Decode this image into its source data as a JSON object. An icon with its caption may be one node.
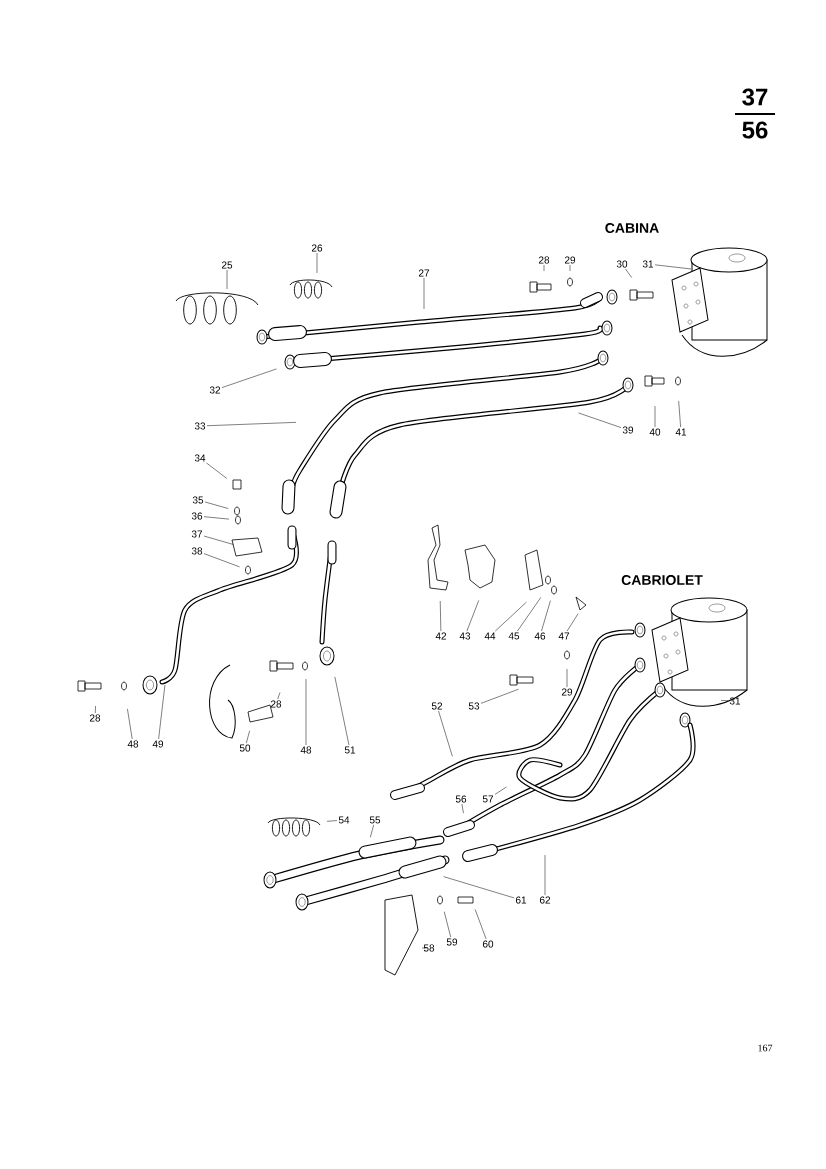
{
  "diagram": {
    "nodes": [
      {
        "text": [
          "25"
        ]
      },
      {
        "text": [
          "26"
        ]
      },
      {
        "text": [
          "27"
        ]
      },
      {
        "text": [
          "28"
        ]
      },
      {
        "text": [
          "29"
        ]
      },
      {
        "text": [
          "30"
        ]
      },
      {
        "text": [
          "31"
        ]
      },
      {
        "text": [
          "32"
        ]
      },
      {
        "text": [
          "33"
        ]
      },
      {
        "text": [
          "34"
        ]
      },
      {
        "text": [
          "35"
        ]
      },
      {
        "text": [
          "36"
        ]
      },
      {
        "text": [
          "37"
        ]
      },
      {
        "text": [
          "38"
        ]
      },
      {
        "text": [
          "39"
        ]
      },
      {
        "text": [
          "40"
        ]
      },
      {
        "text": [
          "41"
        ]
      },
      {
        "text": [
          "42"
        ]
      },
      {
        "text": [
          "43"
        ]
      },
      {
        "text": [
          "44"
        ]
      },
      {
        "text": [
          "45"
        ]
      },
      {
        "text": [
          "46"
        ]
      },
      {
        "text": [
          "47"
        ]
      },
      {
        "text": [
          "28"
        ]
      },
      {
        "text": [
          "48"
        ]
      },
      {
        "text": [
          "49"
        ]
      },
      {
        "text": [
          "28"
        ]
      },
      {
        "text": [
          "50"
        ]
      },
      {
        "text": [
          "48"
        ]
      },
      {
        "text": [
          "51"
        ]
      },
      {
        "text": [
          "52"
        ]
      },
      {
        "text": [
          "53"
        ]
      },
      {
        "text": [
          "29"
        ]
      },
      {
        "text": [
          "31"
        ]
      },
      {
        "text": [
          "54"
        ]
      },
      {
        "text": [
          "55"
        ]
      },
      {
        "text": [
          "56"
        ]
      },
      {
        "text": [
          "57"
        ]
      },
      {
        "text": [
          "58"
        ]
      },
      {
        "text": [
          "59"
        ]
      },
      {
        "text": [
          "60"
        ]
      },
      {
        "text": [
          "61"
        ]
      },
      {
        "text": [
          "62"
        ]
      }
    ],
    "edges": [
      {
        "from": 0,
        "to": null,
        "arrow": "none"
      },
      {
        "from": 1,
        "to": null,
        "arrow": "none"
      },
      {
        "from": 2,
        "to": null,
        "arrow": "none"
      },
      {
        "from": 3,
        "to": null,
        "arrow": "none"
      },
      {
        "from": 4,
        "to": null,
        "arrow": "none"
      },
      {
        "from": 5,
        "to": null,
        "arrow": "none"
      },
      {
        "from": 6,
        "to": null,
        "arrow": "none"
      },
      {
        "from": 7,
        "to": null,
        "arrow": "none"
      },
      {
        "from": 8,
        "to": null,
        "arrow": "none"
      },
      {
        "from": 9,
        "to": null,
        "arrow": "none"
      },
      {
        "from": 10,
        "to": null,
        "arrow": "none"
      },
      {
        "from": 11,
        "to": null,
        "arrow": "none"
      },
      {
        "from": 12,
        "to": null,
        "arrow": "none"
      },
      {
        "from": 13,
        "to": null,
        "arrow": "none"
      },
      {
        "from": 14,
        "to": null,
        "arrow": "none"
      },
      {
        "from": 15,
        "to": null,
        "arrow": "none"
      },
      {
        "from": 16,
        "to": null,
        "arrow": "none"
      },
      {
        "from": 17,
        "to": null,
        "arrow": "none"
      },
      {
        "from": 18,
        "to": null,
        "arrow": "none"
      },
      {
        "from": 19,
        "to": null,
        "arrow": "none"
      },
      {
        "from": 20,
        "to": null,
        "arrow": "none"
      },
      {
        "from": 21,
        "to": null,
        "arrow": "none"
      },
      {
        "from": 22,
        "to": null,
        "arrow": "none"
      },
      {
        "from": 23,
        "to": null,
        "arrow": "none"
      },
      {
        "from": 24,
        "to": null,
        "arrow": "none"
      },
      {
        "from": 25,
        "to": null,
        "arrow": "none"
      },
      {
        "from": 26,
        "to": null,
        "arrow": "none"
      },
      {
        "from": 27,
        "to": null,
        "arrow": "none"
      },
      {
        "from": 28,
        "to": null,
        "arrow": "none"
      },
      {
        "from": 29,
        "to": null,
        "arrow": "none"
      },
      {
        "from": 30,
        "to": null,
        "arrow": "none"
      },
      {
        "from": 31,
        "to": null,
        "arrow": "none"
      },
      {
        "from": 32,
        "to": null,
        "arrow": "none"
      },
      {
        "from": 33,
        "to": null,
        "arrow": "none"
      },
      {
        "from": 34,
        "to": null,
        "arrow": "none"
      },
      {
        "from": 35,
        "to": null,
        "arrow": "none"
      },
      {
        "from": 36,
        "to": null,
        "arrow": "none"
      },
      {
        "from": 37,
        "to": null,
        "arrow": "none"
      },
      {
        "from": 38,
        "to": null,
        "arrow": "none"
      },
      {
        "from": 39,
        "to": null,
        "arrow": "none"
      },
      {
        "from": 40,
        "to": null,
        "arrow": "none"
      },
      {
        "from": 41,
        "to": null,
        "arrow": "none"
      },
      {
        "from": 42,
        "to": null,
        "arrow": "none"
      }
    ],
    "labels": [
      "37",
      "56",
      "CABINA",
      "CABRIOLET",
      "167"
    ]
  }
}
